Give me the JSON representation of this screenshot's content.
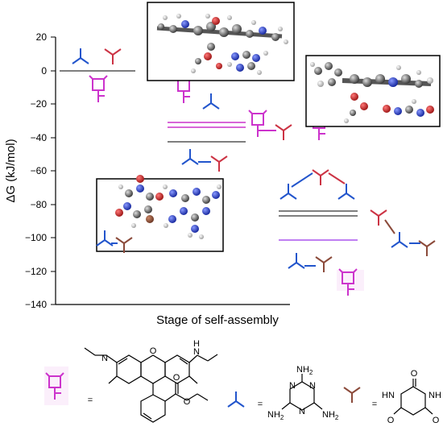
{
  "figure": {
    "y_axis": {
      "title": "ΔG (kJ/mol)",
      "ticks": [
        "20",
        "0",
        "−20",
        "−40",
        "−60",
        "−80",
        "−100",
        "−120",
        "−140"
      ]
    },
    "x_axis": {
      "title": "Stage of self-assembly"
    }
  },
  "legend": {
    "equals": "=",
    "amine_labels": [
      "NH2",
      "NH2",
      "NH2"
    ],
    "amine_label_parts": {
      "main": "NH",
      "sub": "2"
    },
    "imide_labels": [
      "HN",
      "NH"
    ]
  },
  "colors": {
    "rhodamine": "#cc33cc",
    "melamine": "#2255cc",
    "barbiturate": "#cc3344",
    "barbiturate_brown": "#8b4a3a",
    "level_gray": "#555555",
    "level_magenta": "#cc33cc",
    "level_violet": "#aa55ee"
  },
  "icons": {
    "rhodamine": "rhodamine-glyph-icon",
    "melamine": "melamine-tripod-icon",
    "barbiturate": "barbiturate-tripod-icon"
  }
}
